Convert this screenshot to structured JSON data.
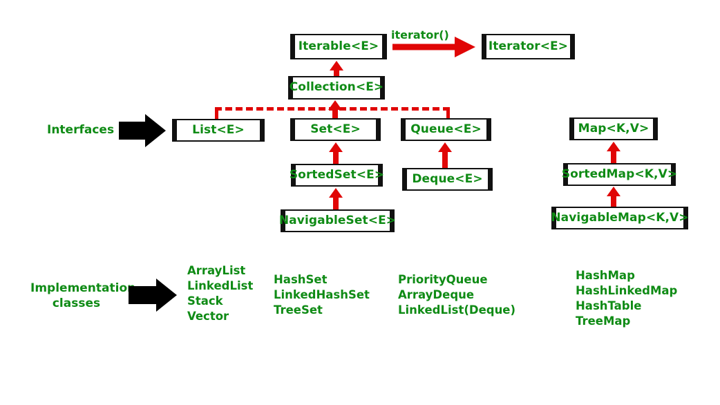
{
  "diagram": {
    "title": "Java Collections Framework Hierarchy",
    "colors": {
      "node_text": "#0f8b15",
      "node_border": "#111111",
      "arrow_red": "#e00606",
      "arrow_black": "#000000",
      "background": "#ffffff"
    },
    "row_labels": {
      "interfaces": "Interfaces",
      "implementation_line1": "Implementation",
      "implementation_line2": "classes"
    },
    "edge_labels": {
      "iterator_method": "iterator()"
    },
    "nodes": {
      "iterable": "Iterable<E>",
      "iterator": "Iterator<E>",
      "collection": "Collection<E>",
      "list": "List<E>",
      "set": "Set<E>",
      "queue": "Queue<E>",
      "sorted_set": "SortedSet<E>",
      "deque": "Deque<E>",
      "navigable_set": "NavigableSet<E>",
      "map": "Map<K,V>",
      "sorted_map": "SortedMap<K,V>",
      "navigable_map": "NavigableMap<K,V>"
    },
    "implementation_columns": [
      {
        "name": "list-implementations",
        "items": [
          "ArrayList",
          "LinkedList",
          "Stack",
          "Vector"
        ]
      },
      {
        "name": "set-implementations",
        "items": [
          "HashSet",
          "LinkedHashSet",
          "TreeSet"
        ]
      },
      {
        "name": "queue-implementations",
        "items": [
          "PriorityQueue",
          "ArrayDeque",
          "LinkedList(Deque)"
        ]
      },
      {
        "name": "map-implementations",
        "items": [
          "HashMap",
          "HashLinkedMap",
          "HashTable",
          "TreeMap"
        ]
      }
    ]
  }
}
